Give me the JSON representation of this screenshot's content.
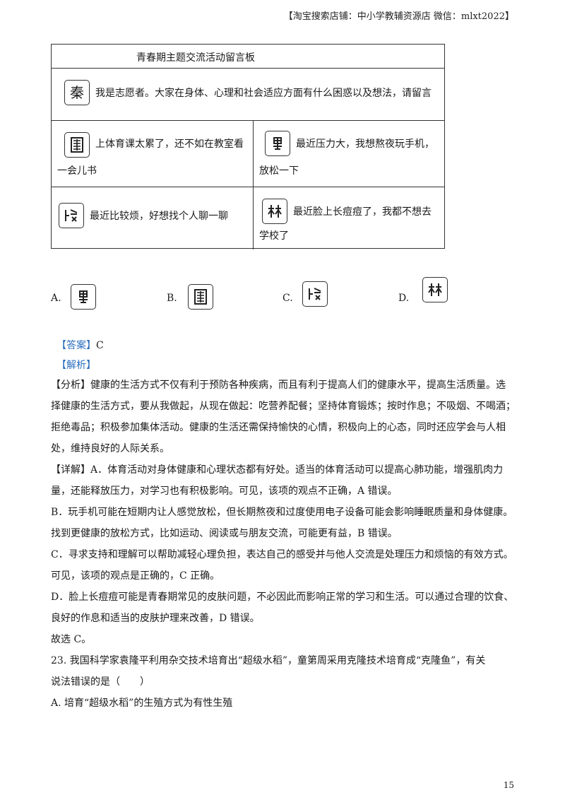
{
  "header": {
    "text": "【淘宝搜索店铺：中小学教辅资源店 微信：mlxt2022】"
  },
  "board": {
    "title": "青春期主题交流活动留言板",
    "row1": "我是志愿者。大家在身体、心理和社会适应方面有什么困惑以及想法，请留言",
    "cell_a_line1": "上体育课太累了，还不如在教室看",
    "cell_a_line2": "一会儿书",
    "cell_b_line1": "最近压力大，我想熬夜玩手机，",
    "cell_b_line2": "放松一下",
    "cell_c": "最近比较烦，好想找个人聊一聊",
    "cell_d_line1": "最近脸上长痘痘了，我都不想去",
    "cell_d_line2": "学校了"
  },
  "options": {
    "a": "A.",
    "b": "B.",
    "c": "C.",
    "d": "D."
  },
  "answer": {
    "tag": "【答案】",
    "value": "C"
  },
  "analysis": {
    "tag": "【解析】"
  },
  "paragraphs": {
    "p1_l1": "【分析】健康的生活方式不仅有利于预防各种疾病，而且有利于提高人们的健康水平，提高生活质量。选",
    "p1_l2": "择健康的生活方式，要从我做起，从现在做起：吃营养配餐；坚持体育锻炼；按时作息；不吸烟、不喝酒；",
    "p1_l3": "拒绝毒品；积极参加集体活动。健康的生活还需保持愉快的心情，积极向上的心态，同时还应学会与人相",
    "p1_l4": "处，维持良好的人际关系。",
    "p2_l1": "【详解】A．体育活动对身体健康和心理状态都有好处。适当的体育活动可以提高心肺功能，增强肌肉力",
    "p2_l2": "量，还能释放压力，对学习也有积极影响。可见，该项的观点不正确，A 错误。",
    "p3_l1": "B．玩手机可能在短期内让人感觉放松，但长期熬夜和过度使用电子设备可能会影响睡眠质量和身体健康。",
    "p3_l2": "找到更健康的放松方式，比如运动、阅读或与朋友交流，可能更有益，B 错误。",
    "p4_l1": "C．寻求支持和理解可以帮助减轻心理负担，表达自己的感受并与他人交流是处理压力和烦恼的有效方式。",
    "p4_l2": "可见，该项的观点是正确的，C 正确。",
    "p5_l1": "D．脸上长痘痘可能是青春期常见的皮肤问题，不必因此而影响正常的学习和生活。可以通过合理的饮食、",
    "p5_l2": "良好的作息和适当的皮肤护理来改善，D 错误。",
    "p6": "故选 C。",
    "q23_l1": "23. 我国科学家袁隆平利用杂交技术培育出“超级水稻”，童第周采用克隆技术培育成“克隆鱼”，有关",
    "q23_l2": "说法错误的是（　　）",
    "q23_a": "A. 培育“超级水稻”的生殖方式为有性生殖"
  },
  "page_number": "15"
}
